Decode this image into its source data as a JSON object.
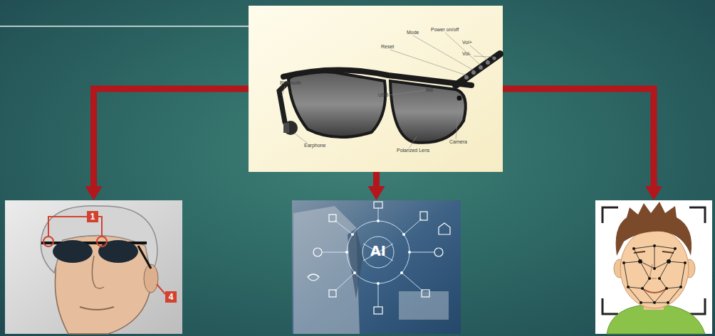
{
  "diagram": {
    "nodes": [
      {
        "text": [
          "Bluetooth",
          "Earphone",
          "Polarized Lens",
          "Camera",
          "USB",
          "Reset",
          "Mode",
          "Power on/off",
          "Vol+",
          "Vol-"
        ]
      },
      {
        "text": [
          "1",
          "4"
        ]
      },
      {
        "text": [
          "AI"
        ]
      },
      {
        "text": []
      }
    ],
    "edges": [
      {
        "from": 0,
        "to": 1,
        "arrow": "to"
      },
      {
        "from": 0,
        "to": 2,
        "arrow": "to"
      },
      {
        "from": 0,
        "to": 3,
        "arrow": "to"
      }
    ]
  }
}
